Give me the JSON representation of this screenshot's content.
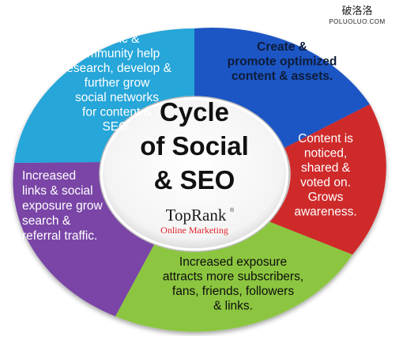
{
  "watermark": {
    "line1": "破洛洛",
    "line2": "POLUOLUO.COM"
  },
  "center": {
    "title_lines": [
      "Cycle",
      "of Social",
      "& SEO"
    ],
    "logo_name": "TopRank",
    "logo_mark": "®",
    "logo_tagline": "Online Marketing"
  },
  "segments": [
    {
      "id": "create",
      "color": "#1f56c4",
      "text_color": "#0d1c3a",
      "bold": true,
      "lines": [
        "Create &",
        "promote optimized",
        "content & assets."
      ]
    },
    {
      "id": "noticed",
      "color": "#cf2b2b",
      "text_color": "#ffffff",
      "bold": false,
      "lines": [
        "Content is",
        "noticed,",
        "shared &",
        "voted on.",
        "Grows",
        "awareness."
      ]
    },
    {
      "id": "exposure",
      "color": "#8cc63f",
      "text_color": "#0d0d0d",
      "bold": false,
      "lines": [
        "Increased exposure",
        "attracts more subscribers,",
        "fans, friends, followers",
        "& links."
      ]
    },
    {
      "id": "links",
      "color": "#7a45a6",
      "text_color": "#ffffff",
      "bold": false,
      "lines": [
        "Increased",
        "links & social",
        "exposure grow",
        "search &",
        "referral traffic."
      ]
    },
    {
      "id": "traffic",
      "color": "#27a6d9",
      "text_color": "#ffffff",
      "bold": false,
      "lines": [
        "Traffic &",
        "community help",
        "research, develop &",
        "further grow",
        "social networks",
        "for content &",
        "SEO."
      ]
    }
  ]
}
